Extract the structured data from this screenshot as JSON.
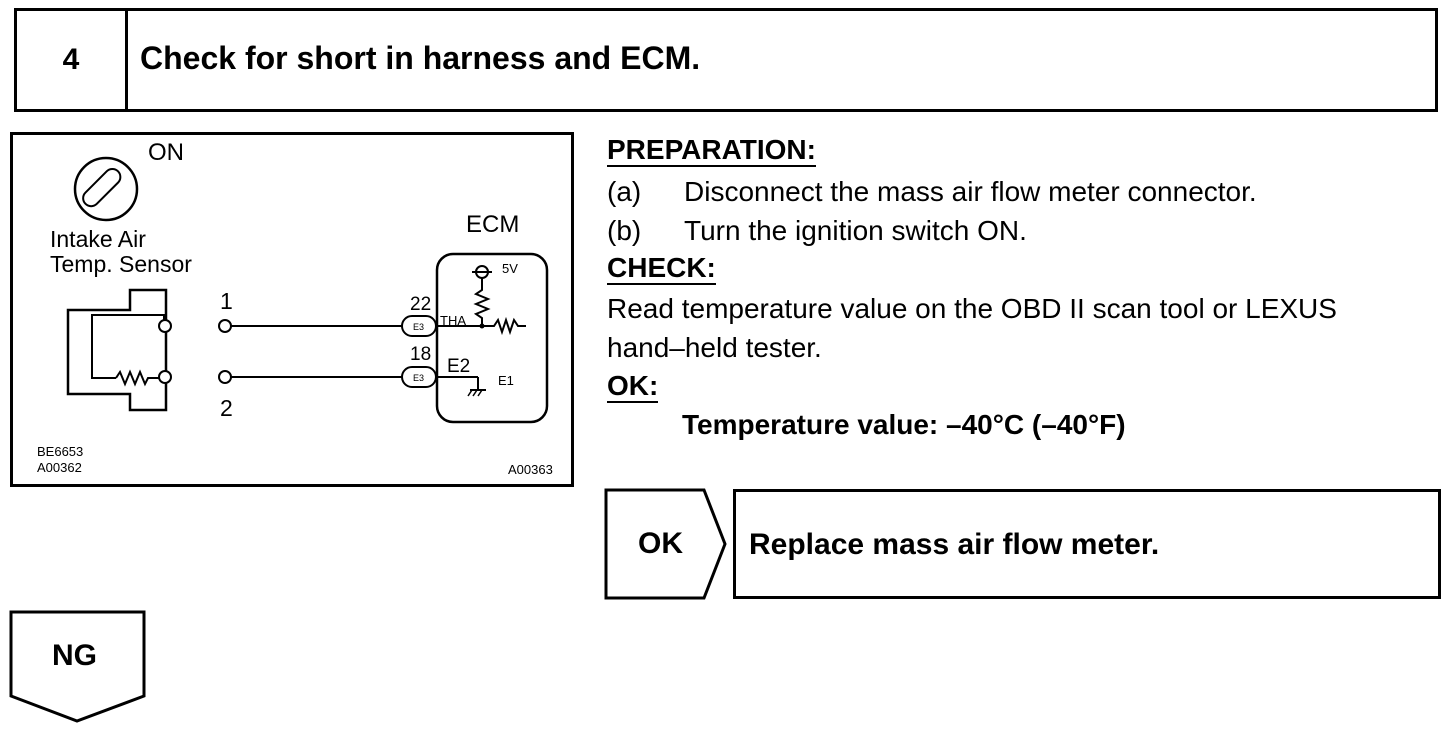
{
  "step": {
    "number": "4",
    "title": "Check for short in harness and ECM."
  },
  "diagram": {
    "label_on": "ON",
    "sensor_name_line1": "Intake Air",
    "sensor_name_line2": "Temp. Sensor",
    "ecm": "ECM",
    "voltage": "5V",
    "terminal_1": "1",
    "terminal_2": "2",
    "pin_22": "22",
    "pin_18": "18",
    "connector_1": "E3",
    "connector_2": "E3",
    "signal_tha": "THA",
    "signal_e2": "E2",
    "ground_e1": "E1",
    "code_1": "BE6653",
    "code_2": "A00362",
    "code_3": "A00363"
  },
  "preparation": {
    "heading": "PREPARATION:",
    "items": [
      {
        "marker": "(a)",
        "text": "Disconnect the mass air flow meter connector."
      },
      {
        "marker": "(b)",
        "text": "Turn the ignition switch ON."
      }
    ]
  },
  "check": {
    "heading": "CHECK:",
    "line1": "Read temperature value on the OBD II scan tool or LEXUS",
    "line2": "hand–held tester."
  },
  "ok": {
    "heading": "OK:",
    "spec": "Temperature value: –40°C (–40°F)"
  },
  "result_ok": {
    "label": "OK",
    "action": "Replace mass air flow meter."
  },
  "result_ng": {
    "label": "NG"
  }
}
